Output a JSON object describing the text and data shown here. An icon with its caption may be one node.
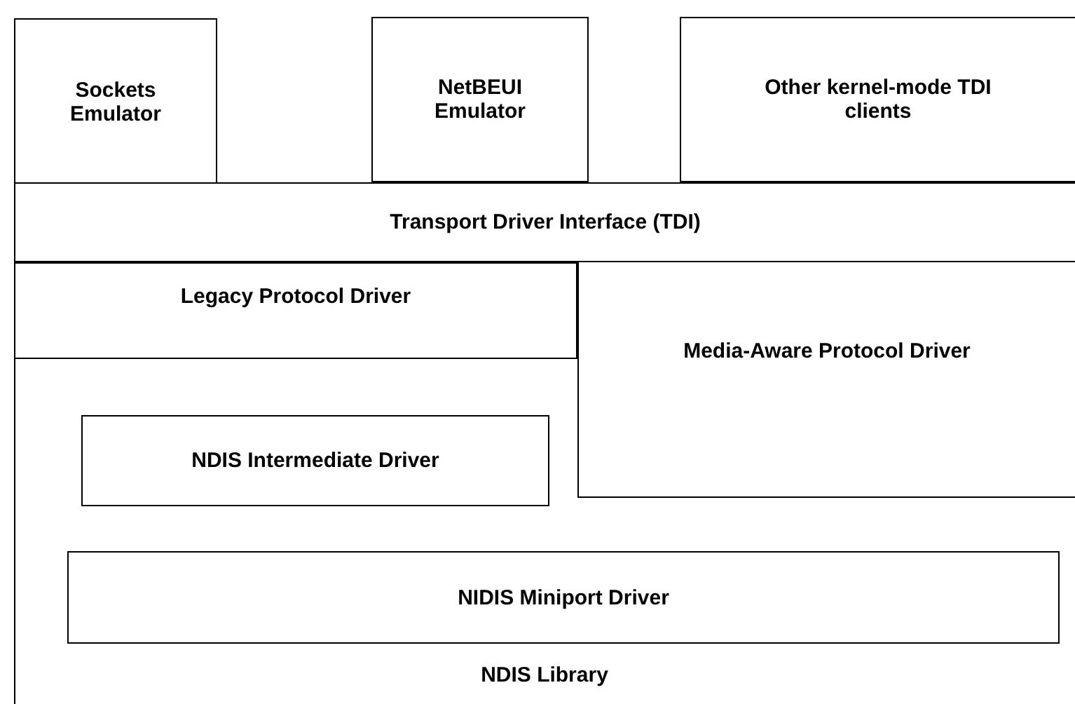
{
  "diagram": {
    "nodes": [
      {
        "text": [
          "Sockets Emulator"
        ]
      },
      {
        "text": [
          "NetBEUI Emulator"
        ]
      },
      {
        "text": [
          "Other kernel-mode TDI clients"
        ]
      },
      {
        "text": [
          "Transport Driver Interface (TDI)"
        ]
      },
      {
        "text": [
          "Legacy Protocol Driver"
        ]
      },
      {
        "text": [
          "Media-Aware Protocol Driver"
        ]
      },
      {
        "text": [
          "NDIS Library"
        ]
      },
      {
        "text": [
          "NDIS Intermediate Driver"
        ],
        "in": 6
      },
      {
        "text": [
          "NIDIS Miniport Driver"
        ],
        "in": 6
      }
    ]
  }
}
